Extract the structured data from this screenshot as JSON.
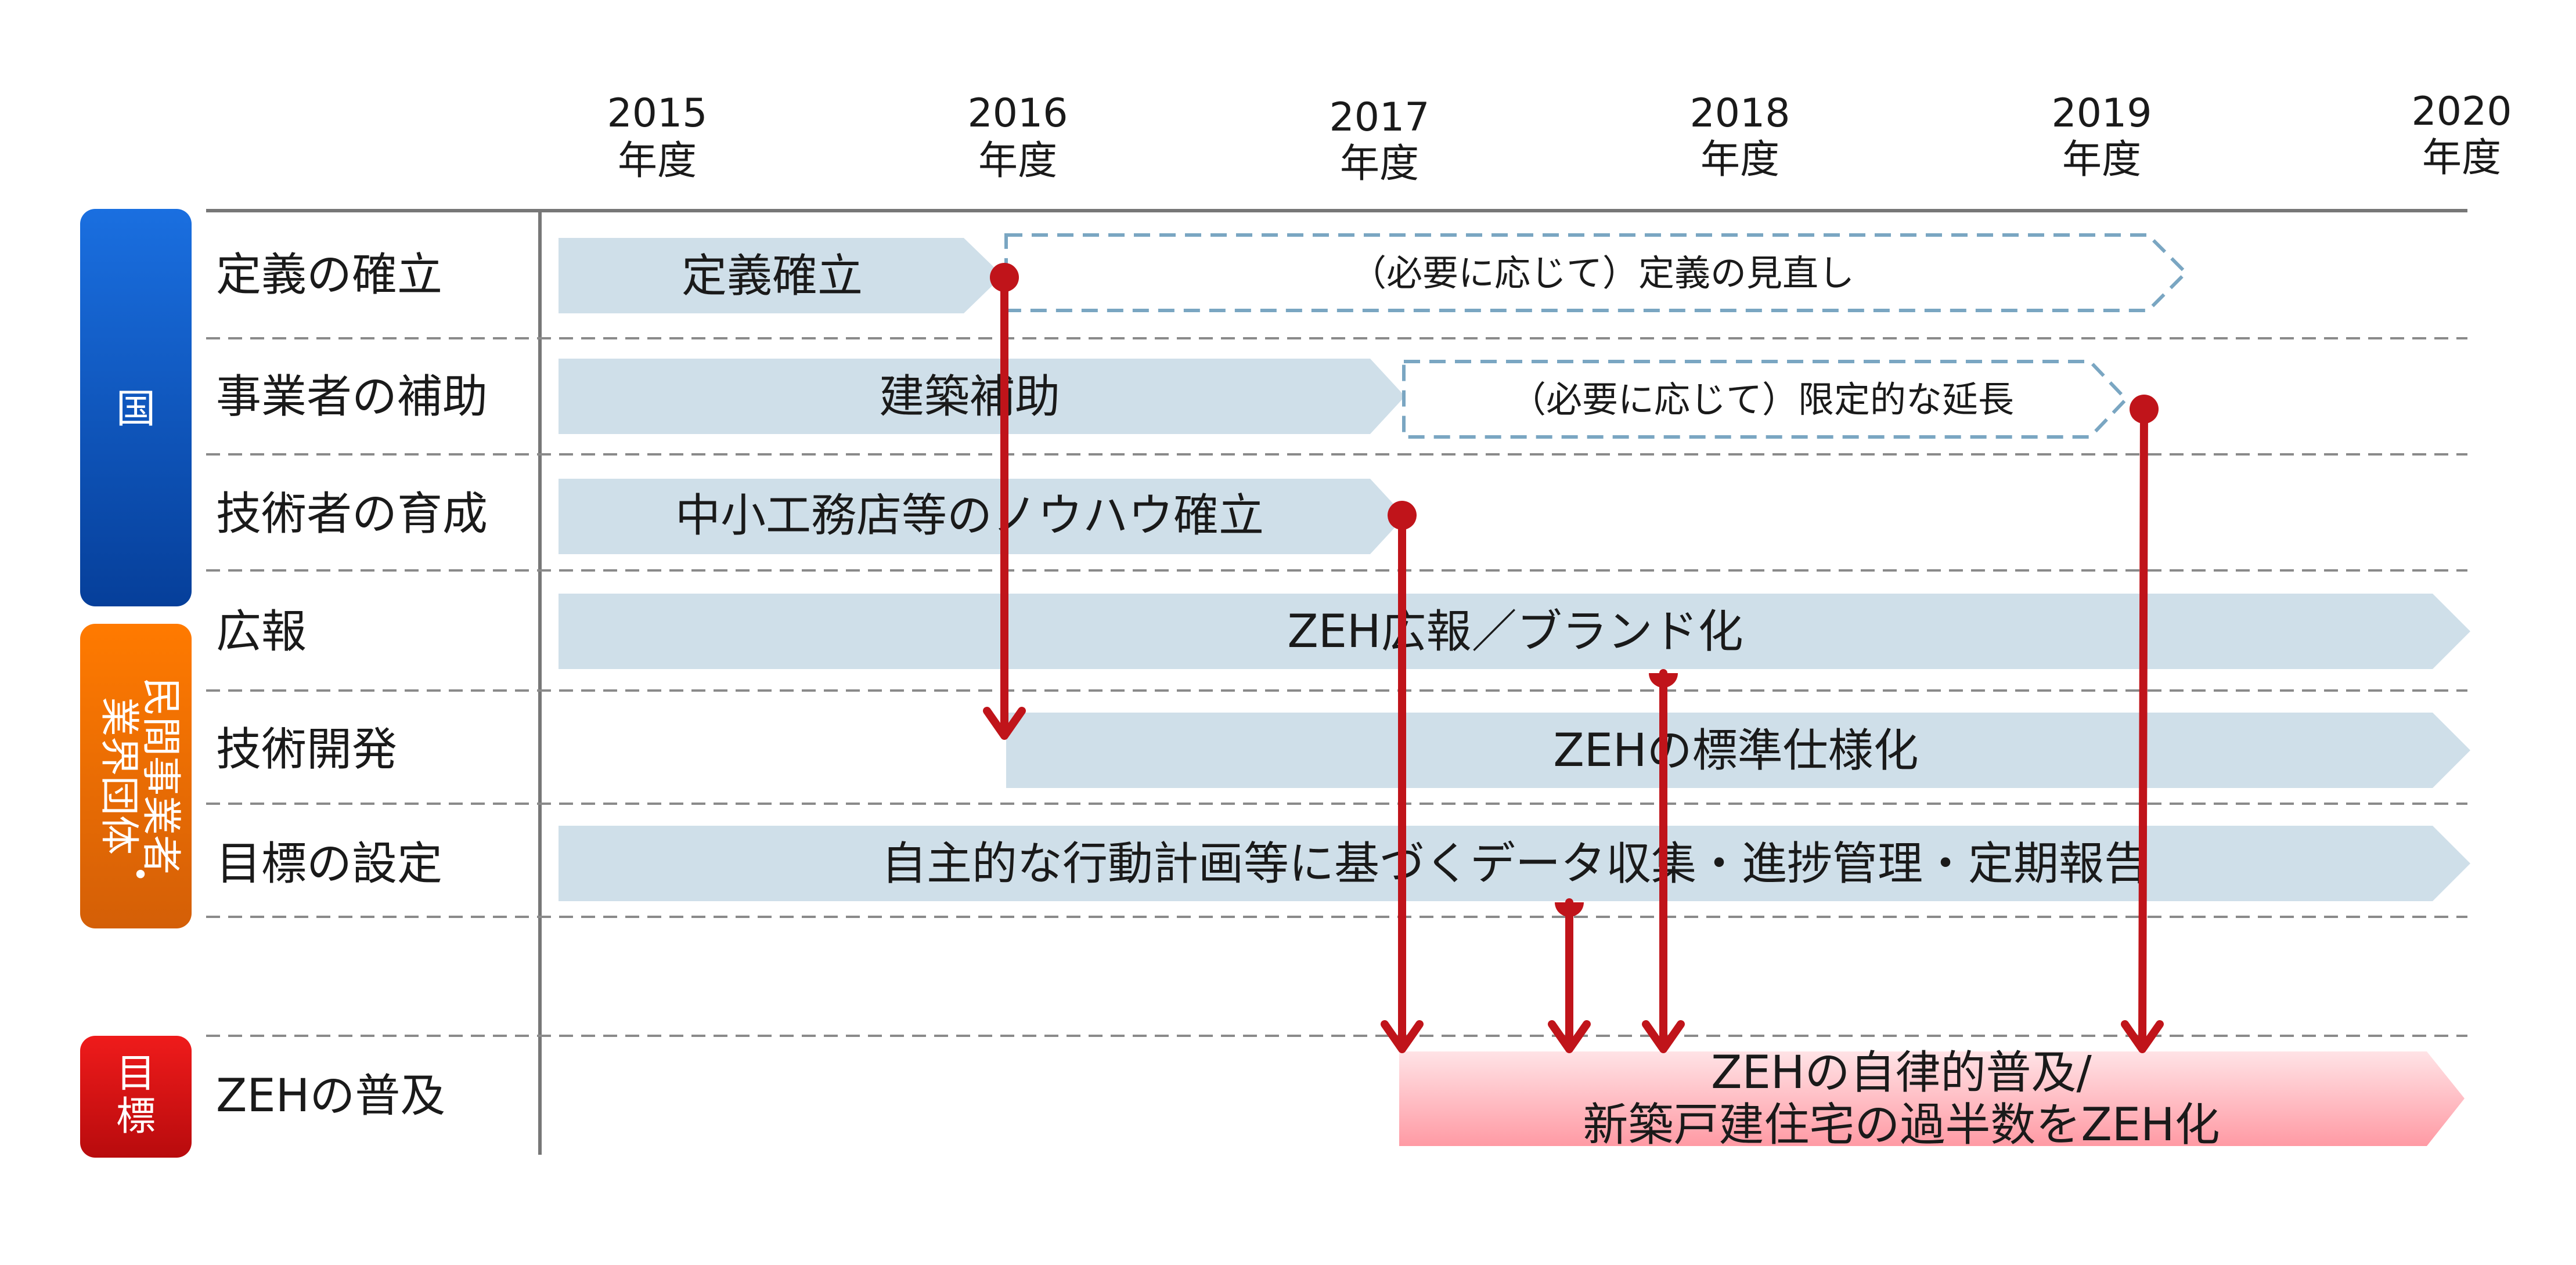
{
  "years": [
    {
      "year": "2015",
      "unit": "年度"
    },
    {
      "year": "2016",
      "unit": "年度"
    },
    {
      "year": "2017",
      "unit": "年度"
    },
    {
      "year": "2018",
      "unit": "年度"
    },
    {
      "year": "2019",
      "unit": "年度"
    },
    {
      "year": "2020",
      "unit": "年度"
    }
  ],
  "groups": {
    "kuni": "国",
    "minkan": [
      "民間事業者",
      "業界団体",
      "・"
    ],
    "goal": [
      "目",
      "標"
    ]
  },
  "rows": [
    "定義の確立",
    "事業者の補助",
    "技術者の育成",
    "広報",
    "技術開発",
    "目標の設定",
    "ZEHの普及"
  ],
  "bars": {
    "teigi": "定義確立",
    "teigi_review": "（必要に応じて）定義の見直し",
    "hojo": "建築補助",
    "hojo_ext": "（必要に応じて）限定的な延長",
    "ikusei": "中小工務店等のノウハウ確立",
    "koho": "ZEH広報／ブランド化",
    "kaihatsu": "ZEHの標準仕様化",
    "settei": "自主的な行動計画等に基づくデータ収集・進捗管理・定期報告",
    "goal_line1": "ZEHの自律的普及/",
    "goal_line2": "新築戸建住宅の過半数をZEH化"
  },
  "colors": {
    "bar_fill": "#cfdfe9",
    "dashed_outline": "#7aa6c2",
    "arrow_red": "#c0141a",
    "kuni": "#0a4fb5",
    "minkan": "#ec6d0a",
    "goal": "#d40f10"
  }
}
